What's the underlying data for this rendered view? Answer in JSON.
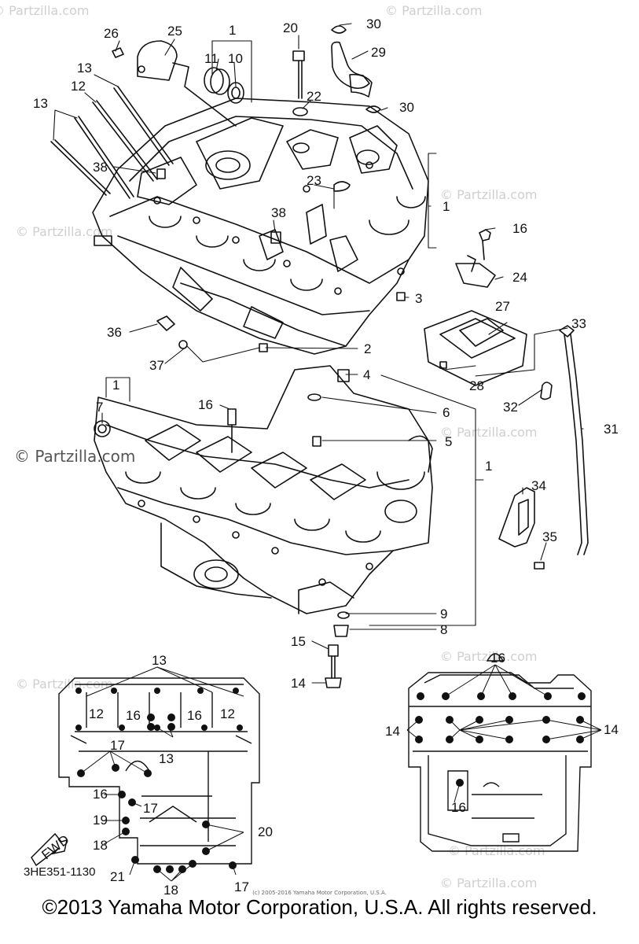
{
  "watermark": "© Partzilla.com",
  "watermark_left": "© Partzilla.com",
  "part_code": "3HE351-1130",
  "copyright_small": "(c) 2005-2016 Yamaha Motor Corporation, U.S.A.",
  "copyright": "©2013 Yamaha Motor Corporation, U.S.A. All rights reserved.",
  "fwd_label": "FWD",
  "callouts": {
    "c1a": "1",
    "c11": "11",
    "c10": "10",
    "c26": "26",
    "c25": "25",
    "c20": "20",
    "c30a": "30",
    "c29": "29",
    "c30b": "30",
    "c22": "22",
    "c13a": "13",
    "c12a": "12",
    "c13b": "13",
    "c38a": "38",
    "c23": "23",
    "c38b": "38",
    "c1b": "1",
    "c16a": "16",
    "c24": "24",
    "c3": "3",
    "c36": "36",
    "c2": "2",
    "c37": "37",
    "c27": "27",
    "c33": "33",
    "c4": "4",
    "c28": "28",
    "c1c": "1",
    "c7": "7",
    "c16b": "16",
    "c6": "6",
    "c32": "32",
    "c31": "31",
    "c5": "5",
    "c1d": "1",
    "c34": "34",
    "c35": "35",
    "c9": "9",
    "c8": "8",
    "c15": "15",
    "c14": "14"
  },
  "left_inset": {
    "c13top": "13",
    "c12l": "12",
    "c16l": "16",
    "c16r": "16",
    "c12r": "12",
    "c17a": "17",
    "c13m": "13",
    "c16b": "16",
    "c17b": "17",
    "c19": "19",
    "c20": "20",
    "c18a": "18",
    "c21": "21",
    "c18b": "18",
    "c17c": "17"
  },
  "right_inset": {
    "c16t": "16",
    "c14l": "14",
    "c14r": "14",
    "c16b": "16"
  }
}
